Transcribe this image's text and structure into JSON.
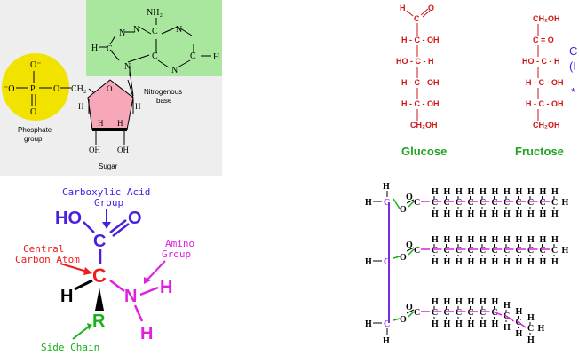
{
  "nucleotide": {
    "phosphate_top_o": "O⁻",
    "phosphate_left_o": "⁻O",
    "phosphate_p": "P",
    "phosphate_right_o": "O",
    "phosphate_bottom_o": "O",
    "ch2": "CH₂",
    "phosphate_label_1": "Phosphate",
    "phosphate_label_2": "group",
    "ring_o": "O",
    "sugar_h1": "H",
    "sugar_h2": "H",
    "sugar_h3": "H",
    "sugar_h4": "H",
    "oh_left": "OH",
    "oh_right": "OH",
    "sugar_label": "Sugar",
    "nh2": "NH₂",
    "base_c": "C",
    "base_n1": "N",
    "base_n2": "N",
    "base_n3": "N",
    "base_n4": "N",
    "base_n5": "N",
    "base_c2": "C",
    "base_c3": "C",
    "base_c4": "C",
    "base_h_left": "H",
    "base_h_right": "H",
    "base_label_1": "Nitrogenous",
    "base_label_2": "base"
  },
  "amino_acid": {
    "carboxyl_label_1": "Carboxylic Acid",
    "carboxyl_label_2": "Group",
    "ho": "HO",
    "o": "O",
    "c_carbonyl": "C",
    "central_label_1": "Central",
    "central_label_2": "Carbon Atom",
    "c_central": "C",
    "h_left": "H",
    "amino_label_1": "Amino",
    "amino_label_2": "Group",
    "n": "N",
    "nh_h1": "H",
    "nh_h2": "H",
    "r": "R",
    "side_chain_label": "Side Chain"
  },
  "sugars": {
    "glucose_name": "Glucose",
    "fructose_name": "Fructose",
    "glucose_rows": [
      "H",
      "H - C - OH",
      "HO - C - H",
      "H - C - OH",
      "H - C - OH",
      "CH₂OH"
    ],
    "glucose_top_c": "C",
    "glucose_top_o": "O",
    "fructose_rows": [
      "CH₂OH",
      "C = O",
      "HO - C - H",
      "H - C - OH",
      "H - C - OH",
      "CH₂OH"
    ],
    "edge_text_1": "C",
    "edge_text_2": "(I",
    "edge_text_3": "*"
  },
  "triglyceride": {
    "h": "H",
    "c": "C",
    "o": "O"
  },
  "colors": {
    "sugar_red": "#d21414",
    "name_green": "#22a322",
    "purple": "#8a2be2",
    "blue": "#4a1fe0",
    "magenta": "#e020e0",
    "green": "#19b019",
    "red": "#ee1c1c"
  }
}
